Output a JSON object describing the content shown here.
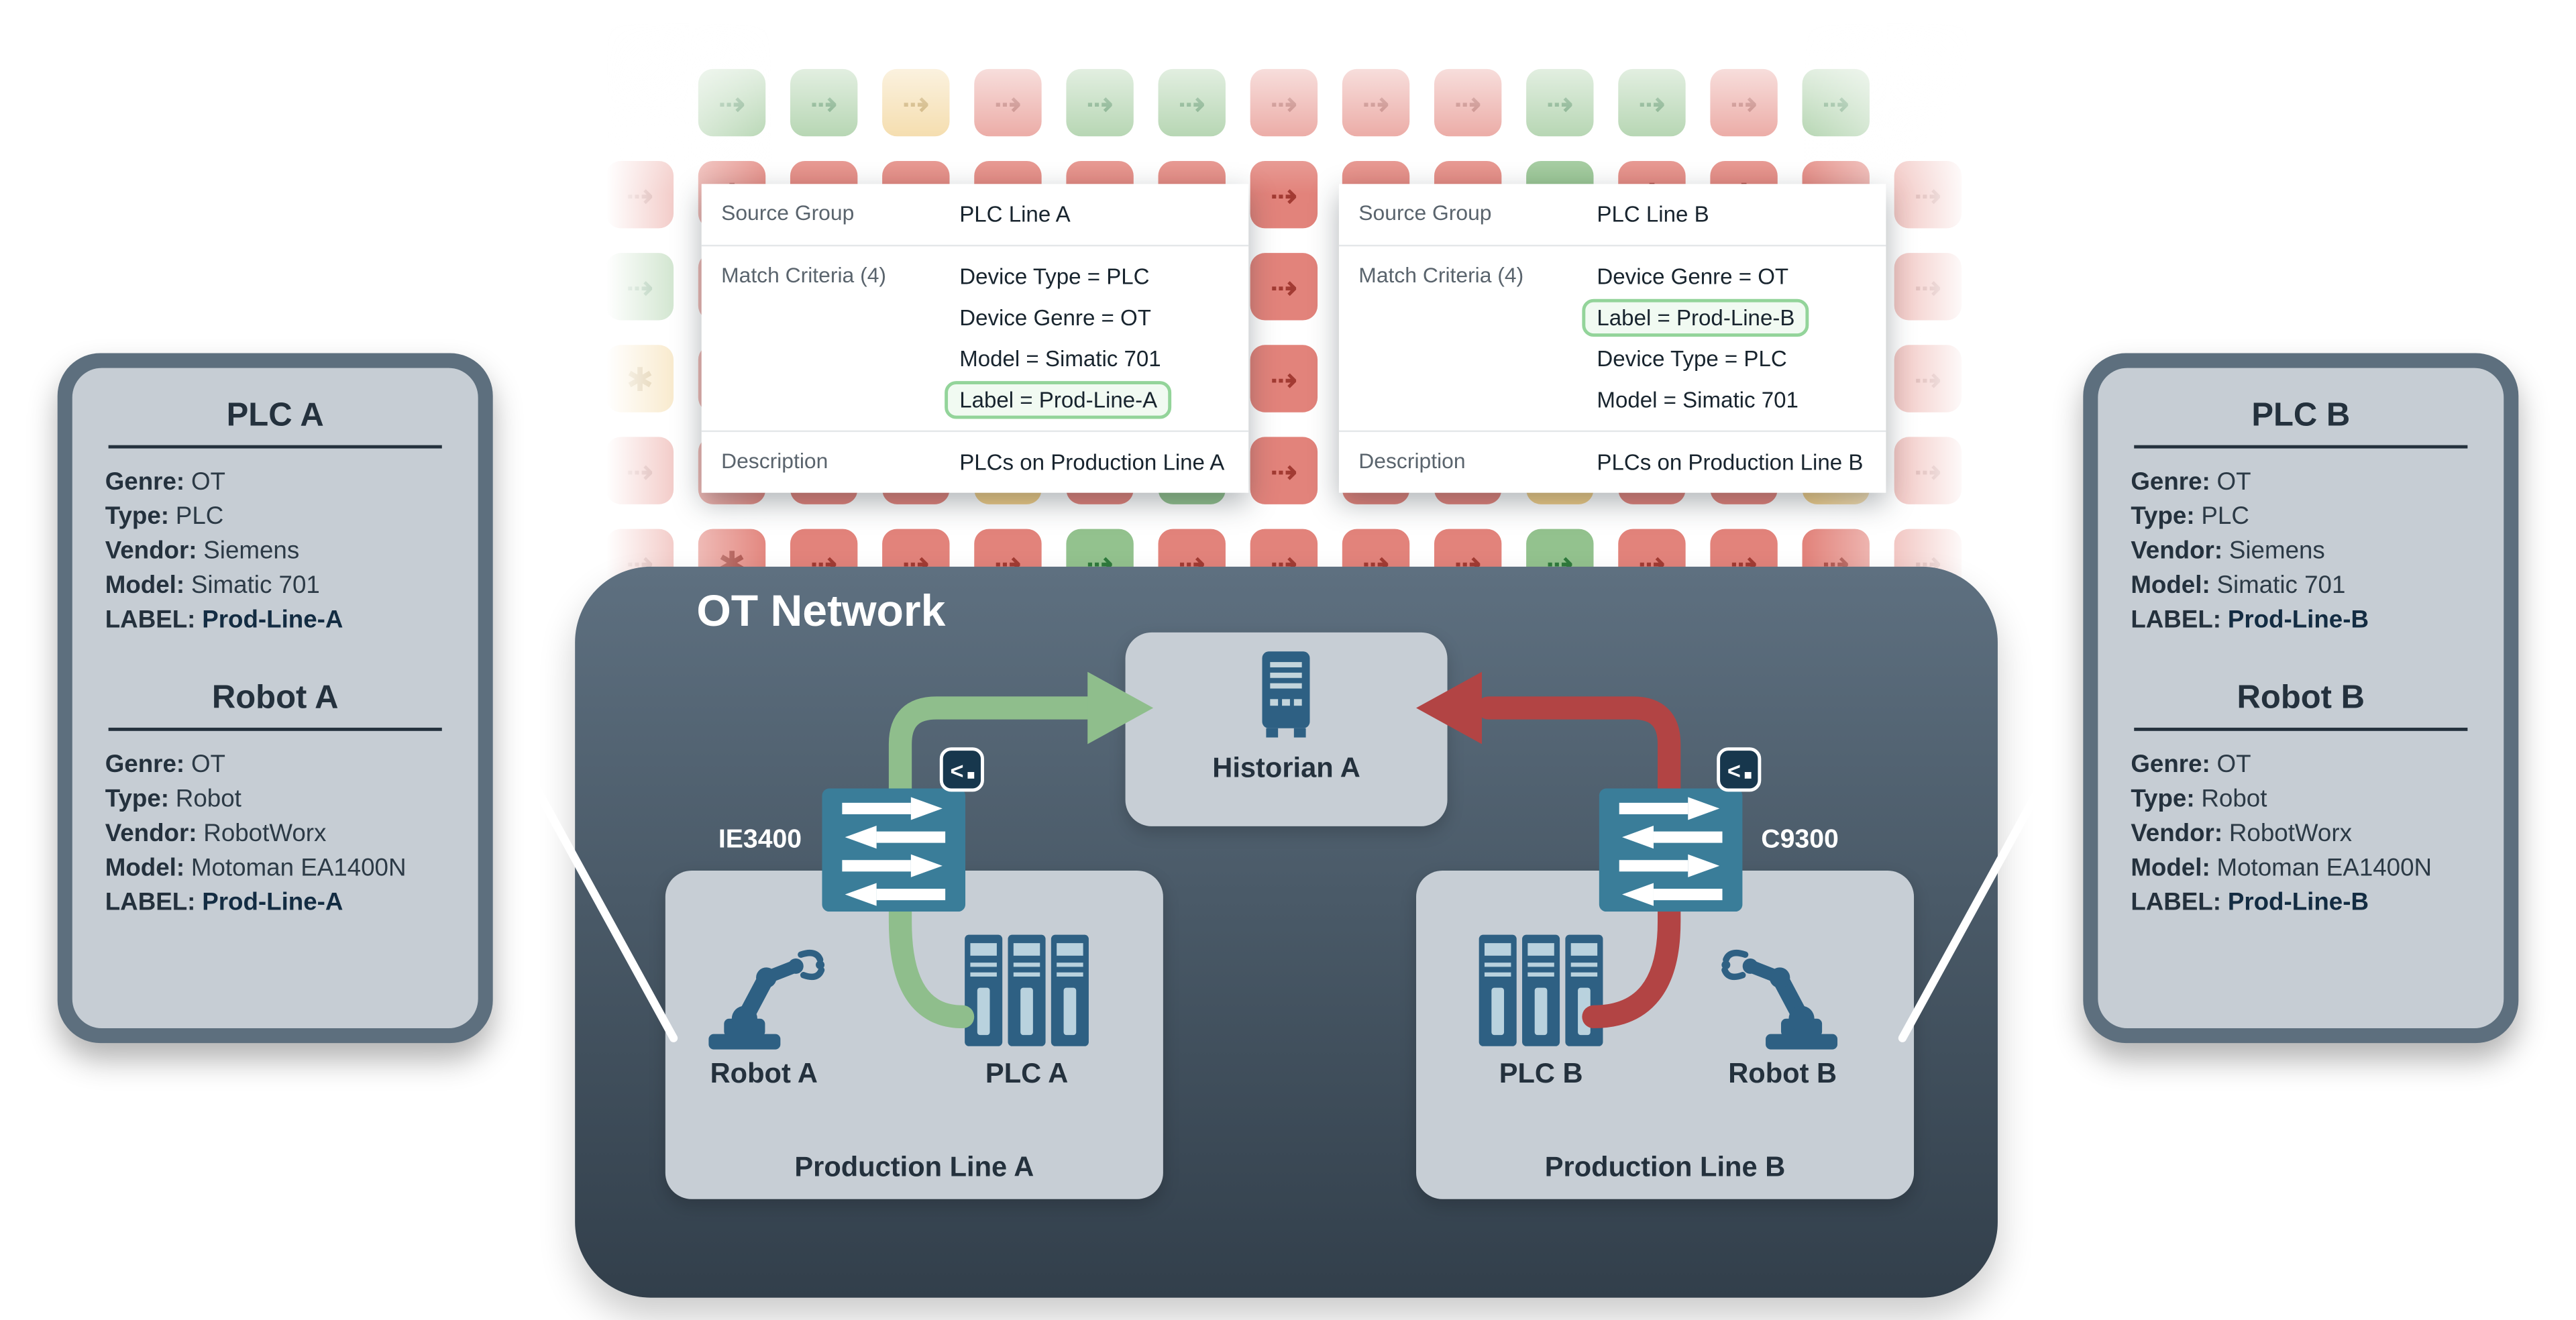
{
  "cards": [
    {
      "source_group_label": "Source Group",
      "source_group_value": "PLC Line A",
      "match_label": "Match Criteria (4)",
      "criteria": [
        "Device Type = PLC",
        "Device Genre = OT",
        "Model = Simatic 701",
        "Label = Prod-Line-A"
      ],
      "highlight_index": 3,
      "description_label": "Description",
      "description_value": "PLCs on Production Line A"
    },
    {
      "source_group_label": "Source Group",
      "source_group_value": "PLC Line B",
      "match_label": "Match Criteria (4)",
      "criteria": [
        "Device Genre = OT",
        "Label = Prod-Line-B",
        "Device Type = PLC",
        "Model = Simatic 701"
      ],
      "highlight_index": 1,
      "description_label": "Description",
      "description_value": "PLCs on Production Line B"
    }
  ],
  "panels": [
    {
      "sections": [
        {
          "title": "PLC A",
          "rows": [
            [
              "Genre:",
              "OT"
            ],
            [
              "Type:",
              "PLC"
            ],
            [
              "Vendor:",
              "Siemens"
            ],
            [
              "Model:",
              "Simatic 701"
            ]
          ],
          "label_row": [
            "LABEL:",
            "Prod-Line-A"
          ]
        },
        {
          "title": "Robot A",
          "rows": [
            [
              "Genre:",
              "OT"
            ],
            [
              "Type:",
              "Robot"
            ],
            [
              "Vendor:",
              "RobotWorx"
            ],
            [
              "Model:",
              "Motoman EA1400N"
            ]
          ],
          "label_row": [
            "LABEL:",
            "Prod-Line-A"
          ]
        }
      ]
    },
    {
      "sections": [
        {
          "title": "PLC B",
          "rows": [
            [
              "Genre:",
              "OT"
            ],
            [
              "Type:",
              "PLC"
            ],
            [
              "Vendor:",
              "Siemens"
            ],
            [
              "Model:",
              "Simatic 701"
            ]
          ],
          "label_row": [
            "LABEL:",
            "Prod-Line-B"
          ]
        },
        {
          "title": "Robot B",
          "rows": [
            [
              "Genre:",
              "OT"
            ],
            [
              "Type:",
              "Robot"
            ],
            [
              "Vendor:",
              "RobotWorx"
            ],
            [
              "Model:",
              "Motoman EA1400N"
            ]
          ],
          "label_row": [
            "LABEL:",
            "Prod-Line-B"
          ]
        }
      ]
    }
  ],
  "network": {
    "title": "OT Network",
    "historian_label": "Historian A",
    "switch_a_label": "IE3400",
    "switch_b_label": "C9300",
    "line_a": {
      "label": "Production Line A",
      "devices": [
        "Robot A",
        "PLC A"
      ]
    },
    "line_b": {
      "label": "Production Line B",
      "devices": [
        "PLC B",
        "Robot B"
      ]
    }
  },
  "grid": {
    "rows": [
      [
        "",
        "g>",
        "g>",
        "y>",
        "r>",
        "g>",
        "g>",
        "r>",
        "r>",
        "r>",
        "g>",
        "g>",
        "r>",
        "g>",
        ""
      ],
      [
        "r>",
        "r*",
        "r>",
        "r>",
        "r>",
        "r>",
        "r>",
        "r>",
        "r>",
        "r>",
        "g>",
        "r*",
        "r*",
        "r>",
        "r>"
      ],
      [
        "g>",
        "r>",
        "r>",
        "r>",
        "r>",
        "r>",
        "r>",
        "r>",
        "r>",
        "r>",
        "r>",
        "r>",
        "r>",
        "r>",
        "r>"
      ],
      [
        "y*",
        "r>",
        "r>",
        "r>",
        "r>",
        "r>",
        "r>",
        "r>",
        "r>",
        "r>",
        "r>",
        "r>",
        "y>",
        "r>",
        "r>"
      ],
      [
        "r>",
        "r*",
        "r>",
        "r>",
        "y>",
        "r>",
        "g>",
        "r>",
        "r>",
        "r>",
        "y>",
        "r>",
        "r>",
        "y>",
        "r>"
      ],
      [
        "r>",
        "r*",
        "r>",
        "r>",
        "r>",
        "g>",
        "r>",
        "r>",
        "r>",
        "r>",
        "g>",
        "r>",
        "r>",
        "r>",
        "r>"
      ]
    ]
  },
  "colors": {
    "cell_red_bg": "#E2837B",
    "cell_red_icon": "#A23B33",
    "cell_green_bg": "#93C28E",
    "cell_green_icon": "#2F7A3C",
    "cell_yellow_bg": "#F0CD87",
    "cell_yellow_icon": "#AF8022",
    "flow_green": "#8FBE8C",
    "flow_red": "#B24444",
    "highlight_green": "#93D49A",
    "panel_outer": "#5D6F7E",
    "panel_inner": "#C6CDD4",
    "network_top": "#5E7080",
    "network_bottom": "#323F4B",
    "inner_box": "#C7CED5",
    "device_icon": "#2E6083",
    "switch_teal": "#3A7D99",
    "badge_navy": "#17374D",
    "text_dark": "#24313D"
  }
}
